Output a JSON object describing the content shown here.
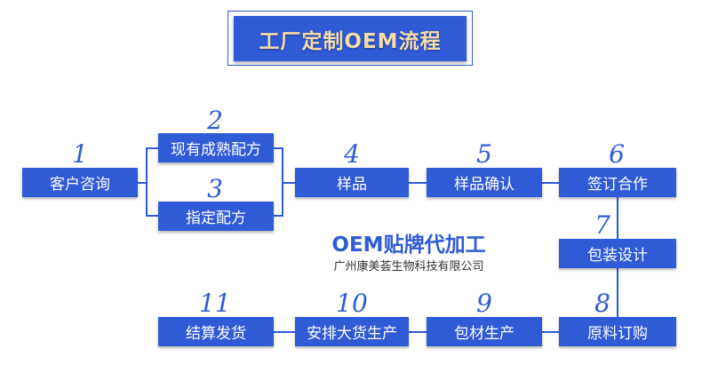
{
  "title": "工厂定制OEM流程",
  "center": {
    "heading": "OEM贴牌代加工",
    "company": "广州康美荟生物科技有限公司"
  },
  "steps": [
    {
      "num": "1",
      "label": "客户咨询"
    },
    {
      "num": "2",
      "label": "现有成熟配方"
    },
    {
      "num": "3",
      "label": "指定配方"
    },
    {
      "num": "4",
      "label": "样品"
    },
    {
      "num": "5",
      "label": "样品确认"
    },
    {
      "num": "6",
      "label": "签订合作"
    },
    {
      "num": "7",
      "label": "包装设计"
    },
    {
      "num": "8",
      "label": "原料订购"
    },
    {
      "num": "9",
      "label": "包材生产"
    },
    {
      "num": "10",
      "label": "安排大货生产"
    },
    {
      "num": "11",
      "label": "结算发货"
    }
  ],
  "colors": {
    "primary": "#2f5bd6",
    "title_text": "#f6dcaa"
  }
}
